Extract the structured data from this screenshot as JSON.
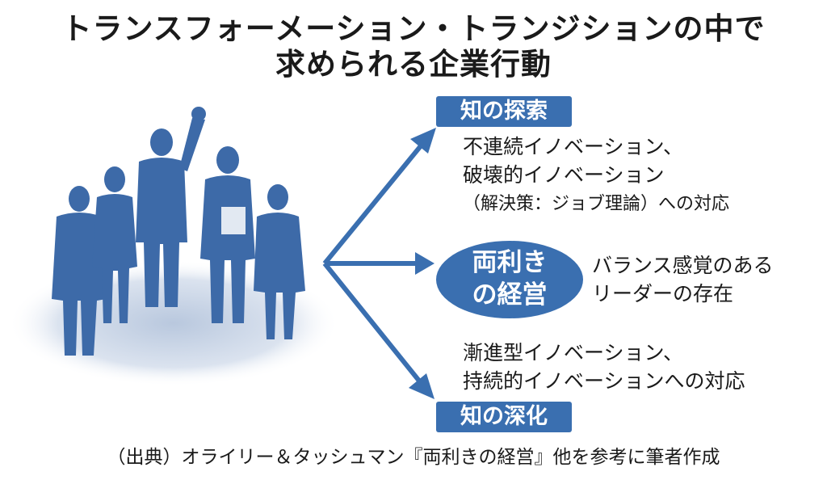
{
  "title": {
    "line1": "トランスフォーメーション・トランジションの中で",
    "line2": "求められる企業行動"
  },
  "exploration": {
    "label": "知の探索",
    "desc1": "不連続イノベーション、",
    "desc2": "破壊的イノベーション",
    "desc3": "（解決策：ジョブ理論）への対応"
  },
  "ambidexterity": {
    "label_line1": "両利き",
    "label_line2": "の経営",
    "desc1": "バランス感覚のある",
    "desc2": "リーダーの存在"
  },
  "exploitation": {
    "desc1": "漸進型イノベーション、",
    "desc2": "持続的イノベーションへの対応",
    "label": "知の深化"
  },
  "source": "（出典）オライリー＆タッシュマン『両利きの経営』他を参考に筆者作成",
  "colors": {
    "accent": "#3a6fb0",
    "silhouette": "#3d6aa8",
    "shadow": "#cfd9e8"
  }
}
